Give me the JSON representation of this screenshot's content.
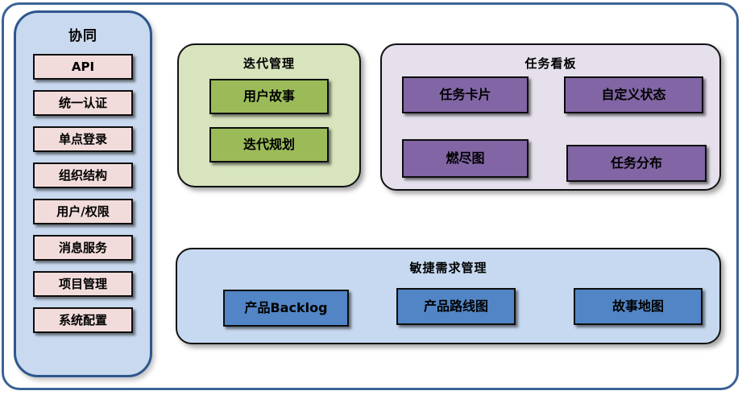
{
  "sidebar": {
    "title": "协同",
    "items": [
      "API",
      "统一认证",
      "单点登录",
      "组织结构",
      "用户/权限",
      "消息服务",
      "项目管理",
      "系统配置"
    ]
  },
  "panels": {
    "iteration": {
      "title": "迭代管理",
      "items": [
        "用户故事",
        "迭代规划"
      ]
    },
    "kanban": {
      "title": "任务看板",
      "items": [
        "任务卡片",
        "自定义状态",
        "燃尽图",
        "任务分布"
      ]
    },
    "agile": {
      "title": "敏捷需求管理",
      "items": [
        "产品Backlog",
        "产品路线图",
        "故事地图"
      ]
    }
  },
  "colors": {
    "outer_border": "#3b6395",
    "sidebar_bg": "#c9d9ef",
    "sidebar_border": "#2e568d",
    "sidebar_node_bg": "#f2dcdb",
    "iteration_panel_bg": "#d7e4bd",
    "iteration_node_bg": "#9bbb59",
    "kanban_panel_bg": "#e6e0ec",
    "kanban_node_bg": "#8165a4",
    "agile_panel_bg": "#c6d9f0",
    "agile_node_bg": "#5185c5",
    "node_border": "#0d0d0d"
  }
}
